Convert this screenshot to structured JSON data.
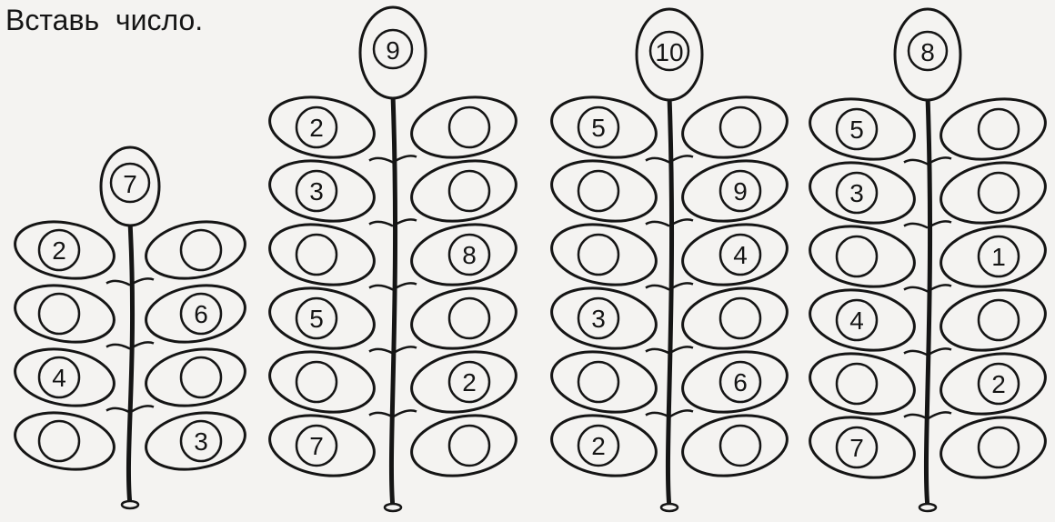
{
  "instruction": "Вставь  число.",
  "plants": [
    {
      "top": "7",
      "pairs": [
        [
          "2",
          ""
        ],
        [
          "",
          "6"
        ],
        [
          "4",
          ""
        ],
        [
          "",
          "3"
        ]
      ]
    },
    {
      "top": "9",
      "pairs": [
        [
          "2",
          ""
        ],
        [
          "3",
          ""
        ],
        [
          "",
          "8"
        ],
        [
          "5",
          ""
        ],
        [
          "",
          "2"
        ],
        [
          "7",
          ""
        ]
      ]
    },
    {
      "top": "10",
      "pairs": [
        [
          "5",
          ""
        ],
        [
          "",
          "9"
        ],
        [
          "",
          "4"
        ],
        [
          "3",
          ""
        ],
        [
          "",
          "6"
        ],
        [
          "2",
          ""
        ]
      ]
    },
    {
      "top": "8",
      "pairs": [
        [
          "5",
          ""
        ],
        [
          "3",
          ""
        ],
        [
          "",
          "1"
        ],
        [
          "4",
          ""
        ],
        [
          "",
          "2"
        ],
        [
          "7",
          ""
        ]
      ]
    }
  ],
  "colors": {
    "ink": "#151515",
    "paper": "#f4f3f1"
  }
}
